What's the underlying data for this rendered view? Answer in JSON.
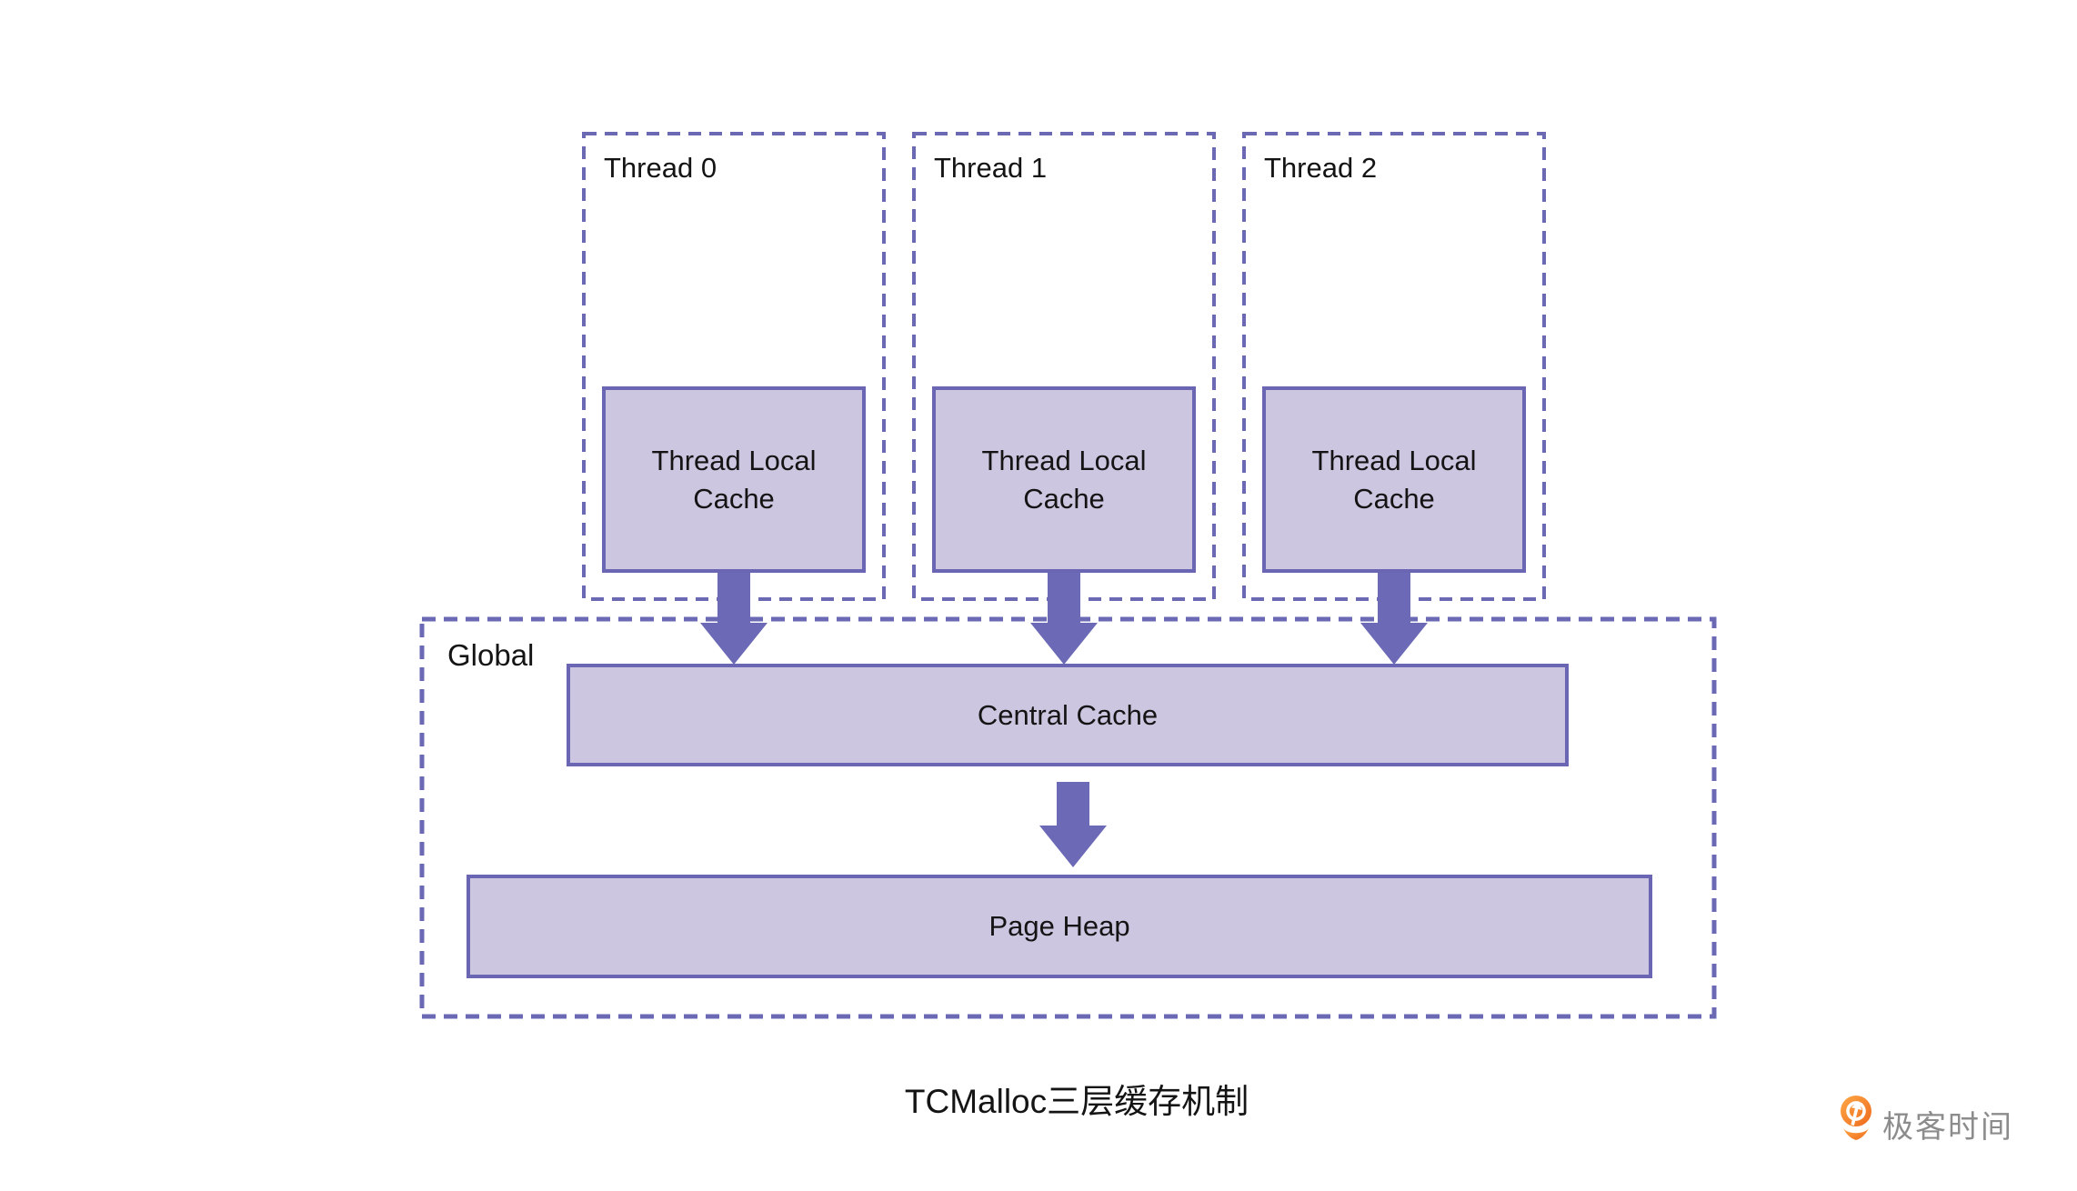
{
  "diagram": {
    "threads": [
      {
        "label": "Thread 0",
        "cache_label": "Thread Local Cache"
      },
      {
        "label": "Thread 1",
        "cache_label": "Thread Local Cache"
      },
      {
        "label": "Thread 2",
        "cache_label": "Thread Local Cache"
      }
    ],
    "global_label": "Global",
    "central_cache_label": "Central Cache",
    "page_heap_label": "Page Heap",
    "caption": "TCMalloc三层缓存机制"
  },
  "branding": {
    "logo_text": "极客时间",
    "logo_icon": "geektime-pin-arrow-icon"
  },
  "colors": {
    "box_fill": "#cdc6e1",
    "box_border": "#6a66b3",
    "dashed_border": "#6b69b4",
    "arrow": "#6c6ab7",
    "text": "#141414",
    "logo_text": "#8c8c8c",
    "logo_orange_light": "#ffa143",
    "logo_orange_dark": "#ef6c1f"
  }
}
